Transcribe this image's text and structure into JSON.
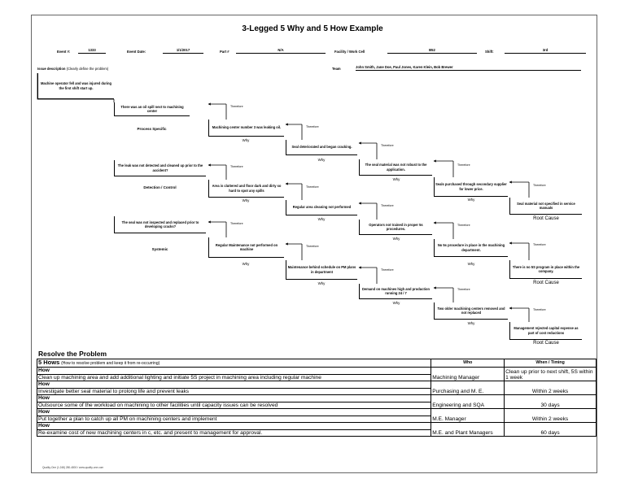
{
  "title": "3-Legged 5 Why and 5 How Example",
  "header": {
    "event_num_label": "Event #:",
    "event_num": "1333",
    "event_date_label": "Event Date:",
    "event_date": "1/1/2017",
    "part_label": "Part #",
    "part": "N/A",
    "facility_label": "Facility / Work Cell",
    "facility": "B52",
    "shift_label": "Shift:",
    "shift": "3rd",
    "issue_label": "Issue description",
    "issue_hint": "(Clearly define the problem)",
    "team_label": "Team",
    "team": "John Smith, Jane Doe, Paul Jones, Karen Klein, Bob Brewer"
  },
  "issue": "Machine operator fell and was injured during the first shift start up.",
  "labels": {
    "therefore": "Therefore",
    "why": "Why",
    "root_cause": "Root Cause"
  },
  "categories": {
    "process": "Process Specific",
    "detection": "Detection / Control",
    "systemic": "Systemic"
  },
  "process_chain": [
    "There was an oil spill next to machining center",
    "Machining center number 3 was leaking oil.",
    "Seal deteriorated and began cracking.",
    "The seal material was not robust to the application.",
    "Seals purchased through secondary supplier for lower price.",
    "Seal material not specified in service manuals"
  ],
  "detection_chain": [
    "The leak was not detected and cleaned up prior to the accident?",
    "Area is cluttered and floor dark and dirty so hard to spot any spills",
    "Regular area cleaning not performed",
    "Operators not trained in proper 5s procedures.",
    "No 5s procedure in place in the machining department.",
    "There is no 5S program in place within the company."
  ],
  "systemic_chain": [
    "The seal was not inspected and replaced prior to developing cracks?",
    "Regular Maintenance not performed on machine",
    "Maintenance behind schedule on PM plans  in department",
    "Demand on machines high and production running 24 / 7",
    "Two older machining centers removed and not replaced",
    "Management rejected capital expense as part of cost reductions"
  ],
  "resolve": {
    "heading": "Resolve the Problem",
    "five_hows": "5 Hows",
    "five_hows_hint": "(How to resolve problem and keep it from re-occurring)",
    "who_header": "Who",
    "when_header": "When / Timing",
    "how_label": "How",
    "rows": [
      {
        "action": "Clean up machining area and add additional lighting and initiate 5S project in machining area including regular machine",
        "who": "Machining Manager",
        "when": "Clean up prior to next shift, 5S within 1 week"
      },
      {
        "action": "Investigate better seal material to prolong life and prevent leaks",
        "who": "Purchasing and M. E.",
        "when": "Within 2 weeks"
      },
      {
        "action": "Outsource some of the workload on machining to other facilities until capacity issues can be resolved",
        "who": "Engineering and SQA",
        "when": "30 days"
      },
      {
        "action": "Put together a plan to catch up all PM on machining centers and implement",
        "who": "M.E. Manager",
        "when": "Within 2 weeks"
      },
      {
        "action": "Re-examine cost of new machining centers in c, etc. and present to management for approval.",
        "who": "M.E. and Plant Managers",
        "when": "60 days"
      }
    ]
  },
  "footer": "Quality-One (1.248) 280-4800 / www.quality-one.com"
}
